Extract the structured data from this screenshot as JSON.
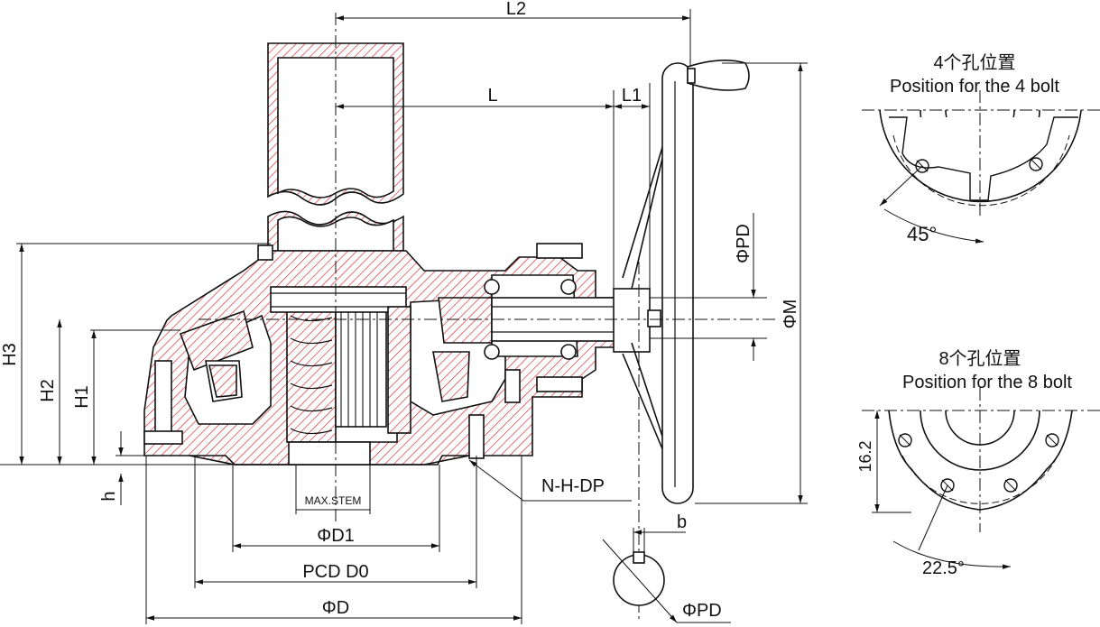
{
  "labels": {
    "l2": "L2",
    "l": "L",
    "l1": "L1",
    "h3": "H3",
    "h2": "H2",
    "h1": "H1",
    "h": "h",
    "pd_vertical": "ΦPD",
    "m": "ΦM",
    "n_h_dp": "N-H-DP",
    "max_stem": "MAX.STEM",
    "d1": "ΦD1",
    "pcd": "PCD D0",
    "d": "ΦD",
    "b": "b",
    "pd_key": "ΦPD"
  },
  "bolt4": {
    "title_cn": "4个孔位置",
    "title_en": "Position for the 4 bolt",
    "angle": "45°"
  },
  "bolt8": {
    "title_cn": "8个孔位置",
    "title_en": "Position for the 8 bolt",
    "dim": "16.2",
    "angle": "22.5°"
  },
  "colors": {
    "hatch": "#d9232d",
    "line": "#111111"
  }
}
